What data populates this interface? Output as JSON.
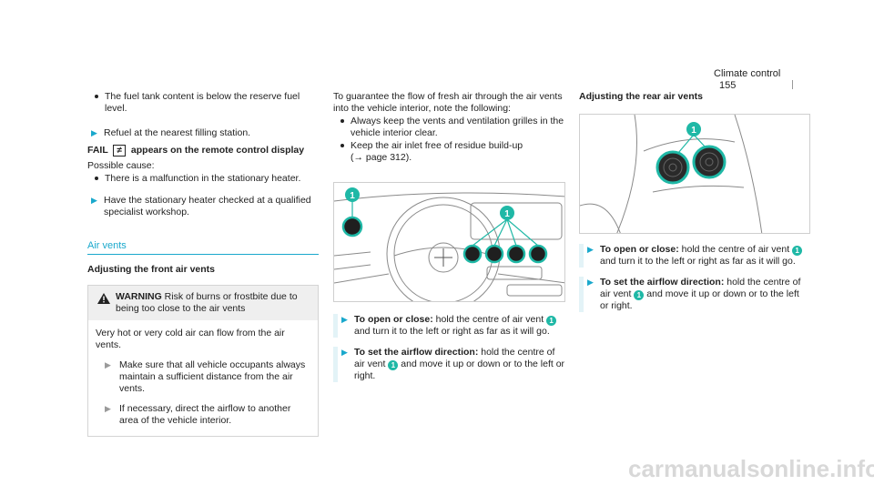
{
  "header": {
    "section": "Climate control",
    "page": "155"
  },
  "col1": {
    "bullet1": "The fuel tank content is below the reserve fuel level.",
    "step1": "Refuel at the nearest filling station.",
    "fail_prefix": "FAIL",
    "fail_suffix": "appears on the remote control display",
    "possible_cause": "Possible cause:",
    "bullet2": "There is a malfunction in the stationary heater.",
    "step2": "Have the stationary heater checked at a qualified specialist workshop.",
    "section_title": "Air vents",
    "subheading": "Adjusting the front air vents",
    "warning_label": "WARNING",
    "warning_text": "Risk of burns or frostbite due to being too close to the air vents",
    "warning_body": "Very hot or very cold air can flow from the air vents.",
    "warn_step1": "Make sure that all vehicle occupants always maintain a sufficient distance from the air vents.",
    "warn_step2": "If necessary, direct the airflow to another area of the vehicle interior."
  },
  "col2": {
    "intro": "To guarantee the flow of fresh air through the air vents into the vehicle interior, note the following:",
    "bullet1": "Always keep the vents and ventilation grilles in the vehicle interior clear.",
    "bullet2": "Keep the air inlet free of residue build-up",
    "bullet2_ref": "(→ page 312).",
    "badge": "1",
    "step1_label": "To open or close:",
    "step1_a": "hold the centre of air vent",
    "step1_b": "and turn it to the left or right as far as it will go.",
    "step2_label": "To set the airflow direction:",
    "step2_a": "hold the centre of air vent",
    "step2_b": "and move it up or down or to the left or right."
  },
  "col3": {
    "heading": "Adjusting the rear air vents",
    "badge": "1",
    "step1_label": "To open or close:",
    "step1_a": "hold the centre of air vent",
    "step1_b": "and turn it to the left or right as far as it will go.",
    "step2_label": "To set the airflow direction:",
    "step2_a": "hold the centre of air vent",
    "step2_b": "and move it up or down or to the left or right."
  },
  "footer": {
    "watermark": "carmanualsonline.info"
  },
  "colors": {
    "accent": "#19a8cc",
    "badge": "#1fb8a6",
    "vent": "#1fb8a6"
  }
}
